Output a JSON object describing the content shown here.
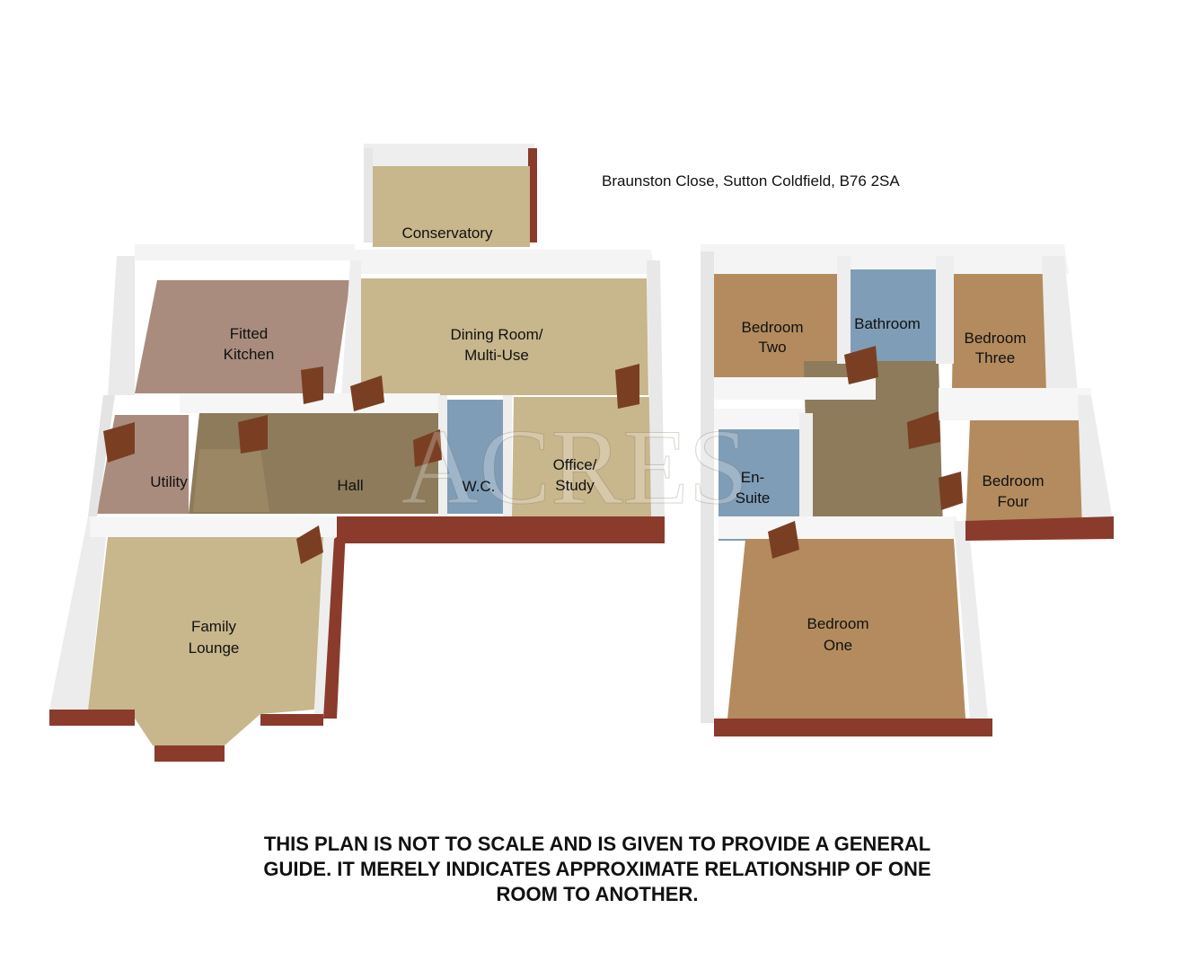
{
  "address": "Braunston Close, Sutton Coldfield, B76 2SA",
  "watermark": "ACRES",
  "rooms": {
    "conservatory": [
      "Conservatory"
    ],
    "kitchen": [
      "Fitted",
      "Kitchen"
    ],
    "dining": [
      "Dining Room/",
      "Multi-Use"
    ],
    "utility": [
      "Utility"
    ],
    "hall": [
      "Hall"
    ],
    "wc": [
      "W.C."
    ],
    "office": [
      "Office/",
      "Study"
    ],
    "lounge": [
      "Family",
      "Lounge"
    ],
    "bed2": [
      "Bedroom",
      "Two"
    ],
    "bathroom": [
      "Bathroom"
    ],
    "bed3": [
      "Bedroom",
      "Three"
    ],
    "ensuite": [
      "En-",
      "Suite"
    ],
    "bed4": [
      "Bedroom",
      "Four"
    ],
    "bed1": [
      "Bedroom",
      "One"
    ]
  },
  "disclaimer": [
    "THIS PLAN IS NOT TO SCALE AND IS GIVEN TO PROVIDE A GENERAL",
    "GUIDE. IT MERELY INDICATES APPROXIMATE RELATIONSHIP OF ONE",
    "ROOM TO ANOTHER."
  ],
  "colors": {
    "carpet_beige": "#c8b68c",
    "kitchen_floor": "#a98c7e",
    "hall_floor": "#8d7b5b",
    "tile_blue": "#7f9db7",
    "bedroom_floor": "#b38b5e",
    "brick": "#8a3b2c",
    "door": "#7a3f22"
  }
}
